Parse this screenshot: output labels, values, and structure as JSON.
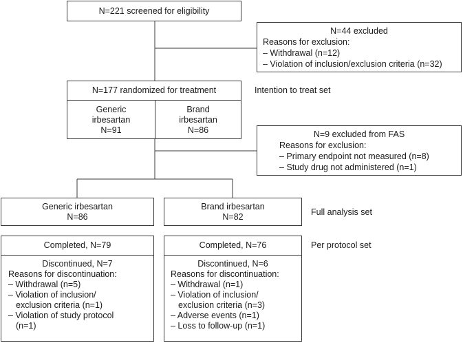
{
  "screening": {
    "text": "N=221 screened for eligibility"
  },
  "excluded_initial": {
    "title": "N=44 excluded",
    "reasons_label": "Reasons for exclusion:",
    "reasons": [
      "– Withdrawal (n=12)",
      "– Violation of inclusion/exclusion criteria (n=32)"
    ]
  },
  "randomized": {
    "text": "N=177 randomized for treatment",
    "set_label": "Intention to treat set",
    "generic": {
      "line1": "Generic",
      "line2": "irbesartan",
      "line3": "N=91"
    },
    "brand": {
      "line1": "Brand",
      "line2": "irbesartan",
      "line3": "N=86"
    }
  },
  "excluded_fas": {
    "title": "N=9 excluded from FAS",
    "reasons_label": "Reasons for exclusion:",
    "reasons": [
      "– Primary endpoint not measured (n=8)",
      "– Study drug not administered (n=1)"
    ]
  },
  "full_analysis": {
    "set_label": "Full analysis set",
    "generic": {
      "line1": "Generic irbesartan",
      "line2": "N=86"
    },
    "brand": {
      "line1": "Brand irbesartan",
      "line2": "N=82"
    }
  },
  "per_protocol": {
    "set_label": "Per protocol set",
    "generic": {
      "completed": "Completed, N=79",
      "discontinued": "Discontinued, N=7",
      "reasons_label": "Reasons for discontinuation:",
      "reasons": [
        "– Withdrawal (n=5)",
        "– Violation of inclusion/",
        "  exclusion criteria (n=1)",
        "– Violation of study protocol",
        "  (n=1)"
      ]
    },
    "brand": {
      "completed": "Completed, N=76",
      "discontinued": "Discontinued, N=6",
      "reasons_label": "Reasons for discontinuation:",
      "reasons": [
        "– Withdrawal (n=1)",
        "– Violation of inclusion/",
        "  exclusion criteria (n=3)",
        "– Adverse events (n=1)",
        "– Loss to follow-up (n=1)"
      ]
    }
  }
}
